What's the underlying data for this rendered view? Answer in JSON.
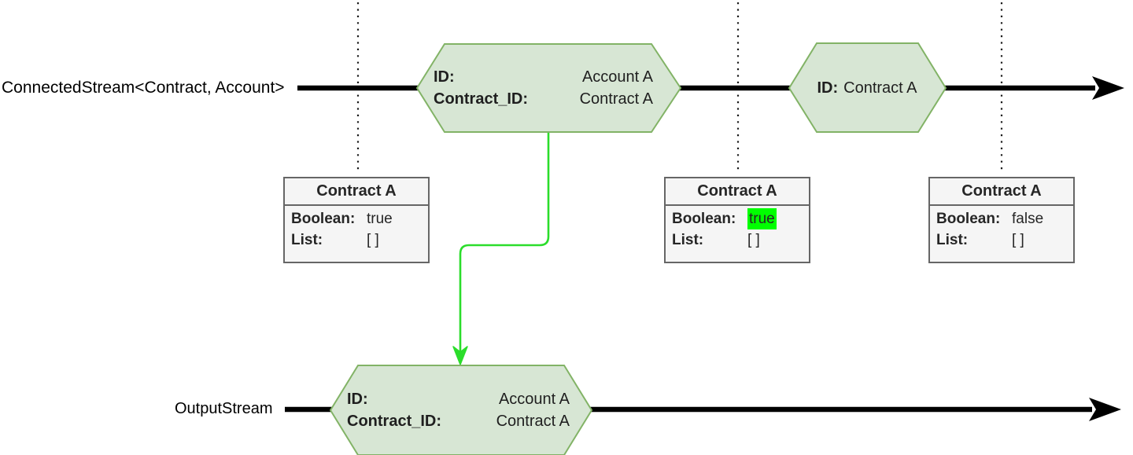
{
  "streams": [
    {
      "label": "ConnectedStream<Contract, Account>"
    },
    {
      "label": "OutputStream"
    }
  ],
  "events": [
    {
      "rows": [
        {
          "key": "ID:",
          "value": "Account A"
        },
        {
          "key": "Contract_ID:",
          "value": "Contract A"
        }
      ]
    },
    {
      "rows": [
        {
          "key": "ID:",
          "value": "Contract A"
        }
      ]
    },
    {
      "rows": [
        {
          "key": "ID:",
          "value": "Account A"
        },
        {
          "key": "Contract_ID:",
          "value": "Contract A"
        }
      ]
    }
  ],
  "state_boxes": [
    {
      "title": "Contract A",
      "rows": [
        {
          "key": "Boolean:",
          "value": "true",
          "highlight": false
        },
        {
          "key": "List:",
          "value": "[ ]",
          "highlight": false
        }
      ]
    },
    {
      "title": "Contract A",
      "rows": [
        {
          "key": "Boolean:",
          "value": "true",
          "highlight": true
        },
        {
          "key": "List:",
          "value": "[ ]",
          "highlight": false
        }
      ]
    },
    {
      "title": "Contract A",
      "rows": [
        {
          "key": "Boolean:",
          "value": "false",
          "highlight": false
        },
        {
          "key": "List:",
          "value": "[ ]",
          "highlight": false
        }
      ]
    }
  ],
  "colors": {
    "hexagon_fill": "#d7e6d4",
    "hexagon_border": "#82b366",
    "box_fill": "#f5f5f5",
    "box_border": "#666666",
    "highlight_green": "#00ff00",
    "connector_green": "#2bdd2b",
    "stream_line": "#000000"
  }
}
